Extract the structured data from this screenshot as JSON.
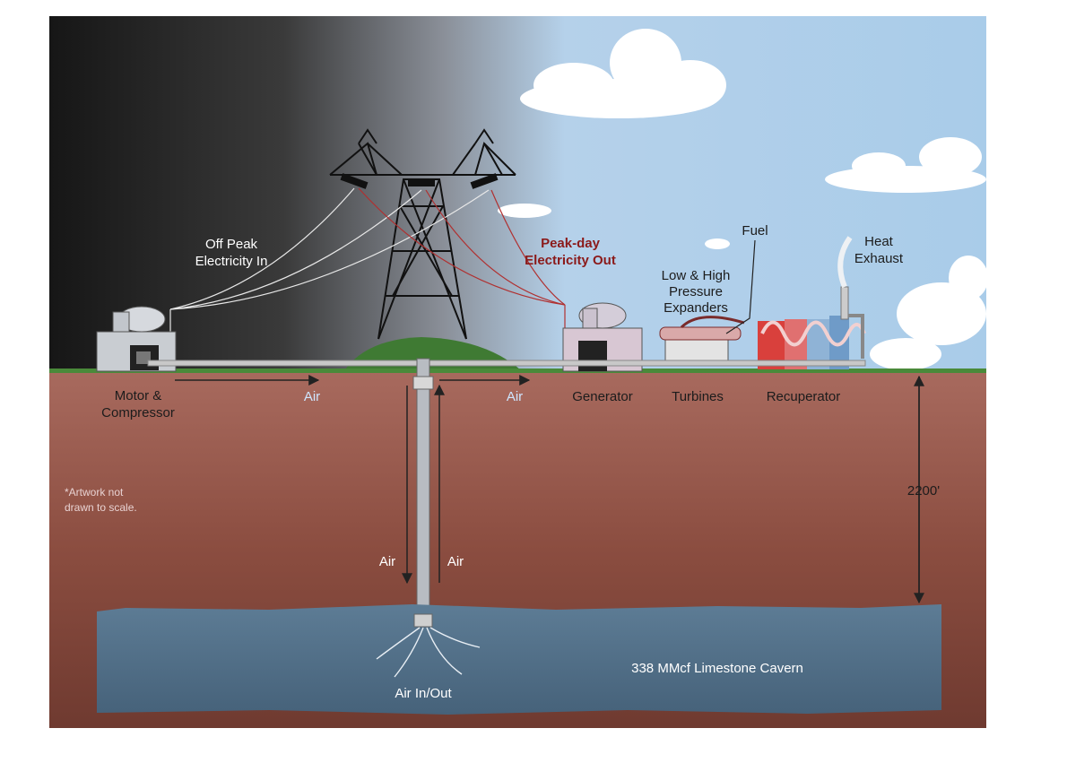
{
  "labels": {
    "off_peak_line1": "Off Peak",
    "off_peak_line2": "Electricity In",
    "peak_day_line1": "Peak-day",
    "peak_day_line2": "Electricity Out",
    "fuel": "Fuel",
    "heat_line1": "Heat",
    "heat_line2": "Exhaust",
    "expanders_line1": "Low & High",
    "expanders_line2": "Pressure",
    "expanders_line3": "Expanders",
    "motor_line1": "Motor &",
    "motor_line2": "Compressor",
    "air_left": "Air",
    "air_right": "Air",
    "air_down": "Air",
    "air_up": "Air",
    "generator": "Generator",
    "turbines": "Turbines",
    "recuperator": "Recuperator",
    "note_line1": "*Artwork not",
    "note_line2": "drawn to scale.",
    "depth": "2200'",
    "cavern": "338 MMcf Limestone Cavern",
    "air_in_out": "Air In/Out"
  },
  "colors": {
    "sky_night": "#1a1a1a",
    "sky_day": "#b9d6ef",
    "soil": "#8a4c3e",
    "cavern": "#4e6a82",
    "ground_line": "#4a8a3a",
    "hill": "#3f7a33",
    "label_red": "#8b1a1a"
  }
}
